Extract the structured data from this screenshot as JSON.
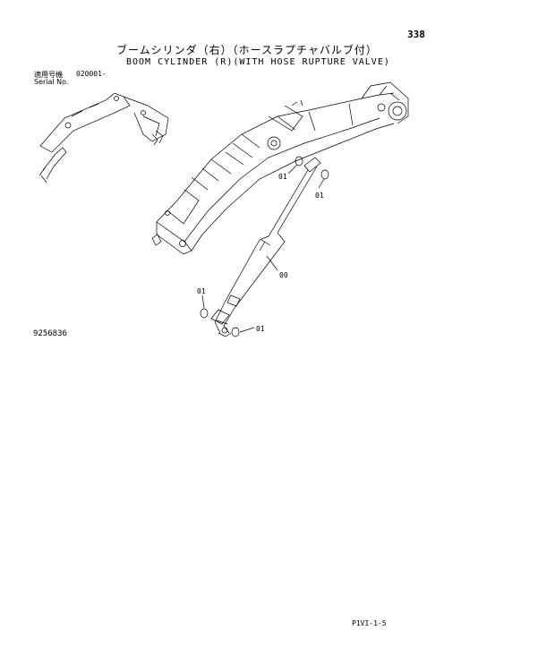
{
  "page": {
    "number": "338",
    "code": "P1VI-1-5"
  },
  "title": {
    "japanese": "ブームシリンダ（右）（ホースラプチャバルブ付）",
    "english": "BOOM CYLINDER (R)(WITH HOSE RUPTURE VALVE)"
  },
  "serial": {
    "label_jp": "適用号機",
    "label_en": "Serial No.",
    "value": "020001-"
  },
  "figure_id": "9256836",
  "callouts": [
    "01",
    "01",
    "00",
    "01",
    "01"
  ]
}
